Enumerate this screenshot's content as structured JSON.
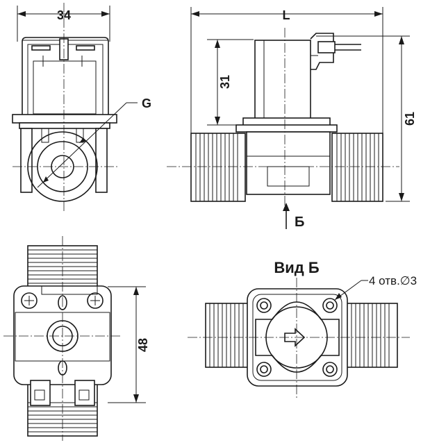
{
  "dimensions": {
    "width_top_left": "34",
    "length": "L",
    "coil_height": "31",
    "total_height": "61",
    "thread": "G",
    "mount_spacing": "48"
  },
  "view_label": "Вид Б",
  "view_arrow_label": "Б",
  "holes_label": "4 отв.∅3"
}
